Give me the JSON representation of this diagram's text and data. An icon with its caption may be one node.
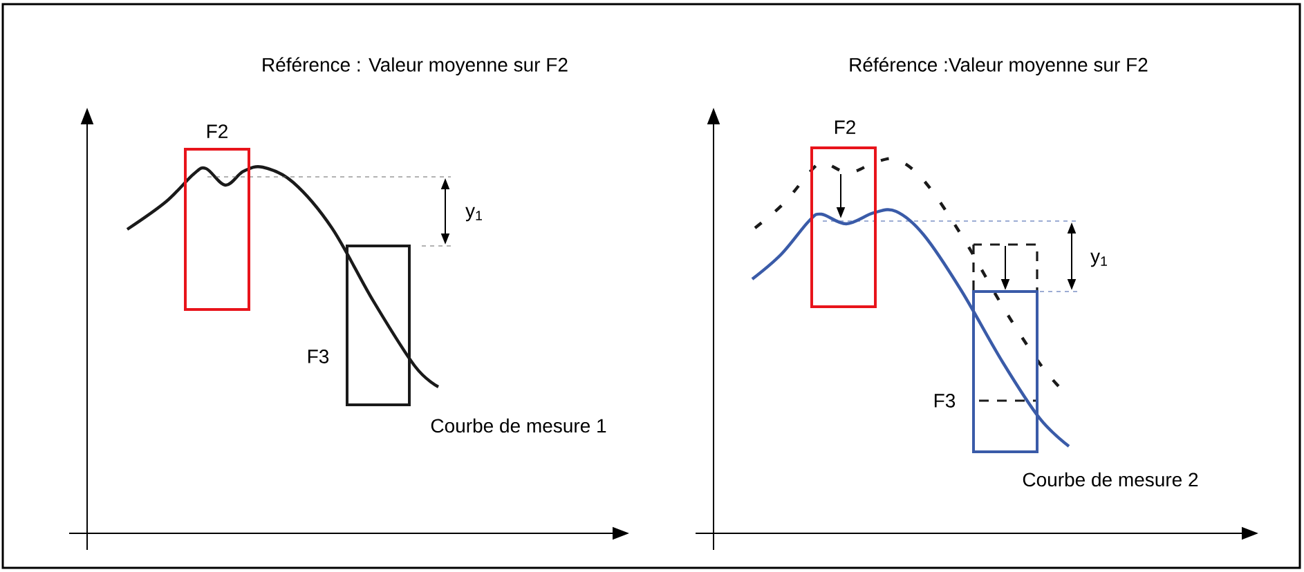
{
  "diagram": {
    "nodes": [
      {
        "text": [
          "F2"
        ]
      },
      {
        "text": [
          "F3"
        ]
      },
      {
        "text": [
          "F2"
        ]
      },
      {
        "text": [
          "F3"
        ]
      }
    ],
    "labels": [
      "Référence : Valeur moyenne sur F2",
      "y$_{1}$",
      "Courbe de mesure 1",
      "Référence :Valeur moyenne sur F2",
      "y$_{1}$",
      "Courbe de mesure 2"
    ]
  }
}
